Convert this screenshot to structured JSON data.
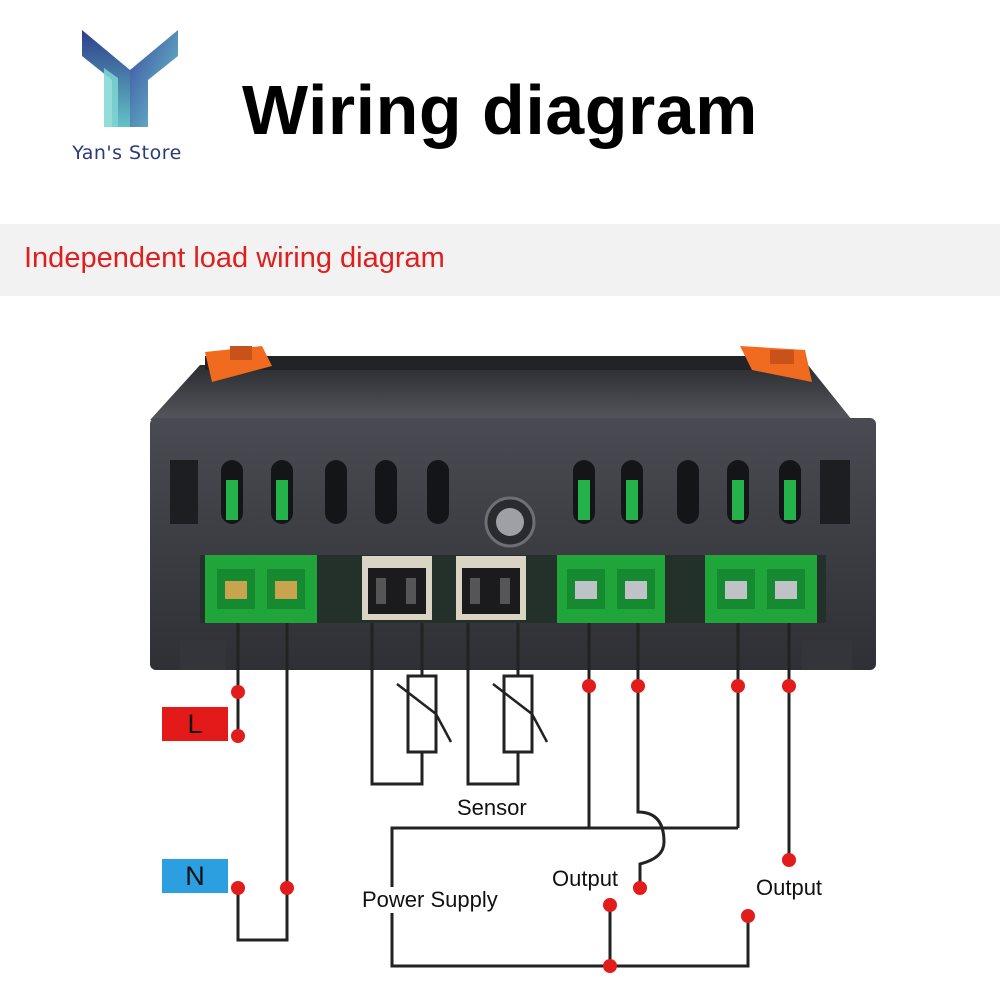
{
  "brand": {
    "store_name": "Yan's Store",
    "colors": {
      "logo_dark": "#2e3d8c",
      "logo_light": "#63c2c6"
    }
  },
  "header": {
    "title": "Wiring diagram"
  },
  "subtitle": {
    "text": "Independent load wiring diagram",
    "color": "#e01e1e"
  },
  "device": {
    "kind": "temperature controller, rear view",
    "colors": {
      "housing": "#3a3b40",
      "clips": "#f06a1f",
      "terminals": "#1fa53a"
    }
  },
  "terminals": {
    "l_label": "L",
    "l_color": "#e41919",
    "n_label": "N",
    "n_color": "#2b9fe0"
  },
  "labels": {
    "sensor": "Sensor",
    "power_supply": "Power Supply",
    "output_1": "Output",
    "output_2": "Output"
  },
  "diagram": {
    "wire_color": "#222222",
    "node_color": "#e21b1b",
    "sensor_count": 2
  }
}
